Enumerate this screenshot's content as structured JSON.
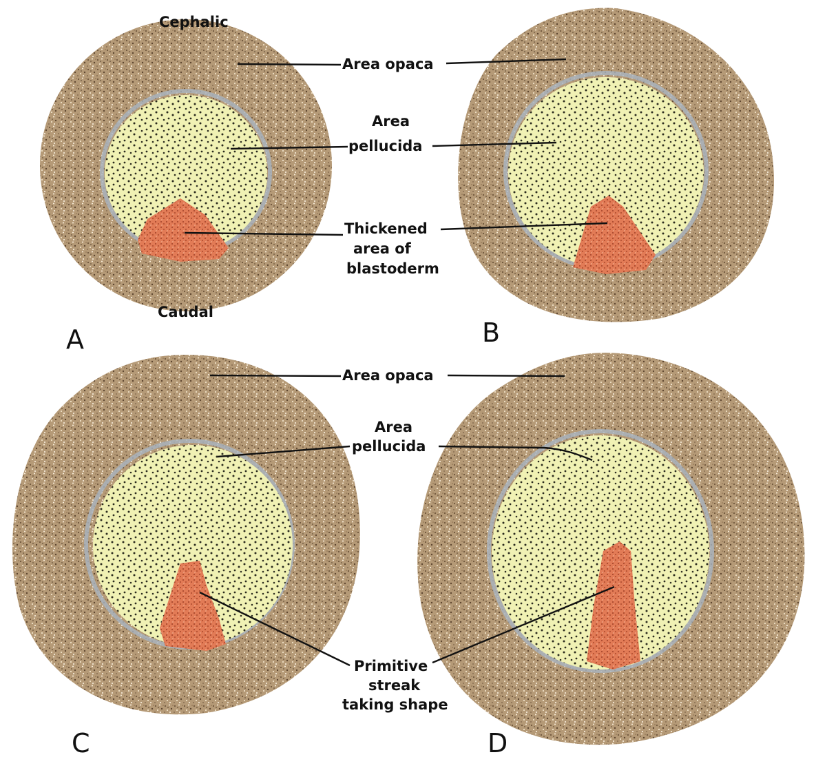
{
  "colors": {
    "area_opaca": "#b39a78",
    "area_pellucida": "#eef0a8",
    "thickened": "#e07a58",
    "rim": "#a9b4c0",
    "ink": "#111111"
  },
  "orientation": {
    "top": "Cephalic",
    "bottom": "Caudal"
  },
  "panels": {
    "A": {
      "letter": "A"
    },
    "B": {
      "letter": "B"
    },
    "C": {
      "letter": "C"
    },
    "D": {
      "letter": "D"
    }
  },
  "labels": {
    "top_area_opaca": "Area opaca",
    "top_area_pellucida_1": "Area",
    "top_area_pellucida_2": "pellucida",
    "thickened_1": "Thickened",
    "thickened_2": "area of",
    "thickened_3": "blastoderm",
    "bottom_area_opaca": "Area opaca",
    "bottom_area_pellucida_1": "Area",
    "bottom_area_pellucida_2": "pellucida",
    "streak_1": "Primitive",
    "streak_2": "streak",
    "streak_3": "taking shape"
  }
}
